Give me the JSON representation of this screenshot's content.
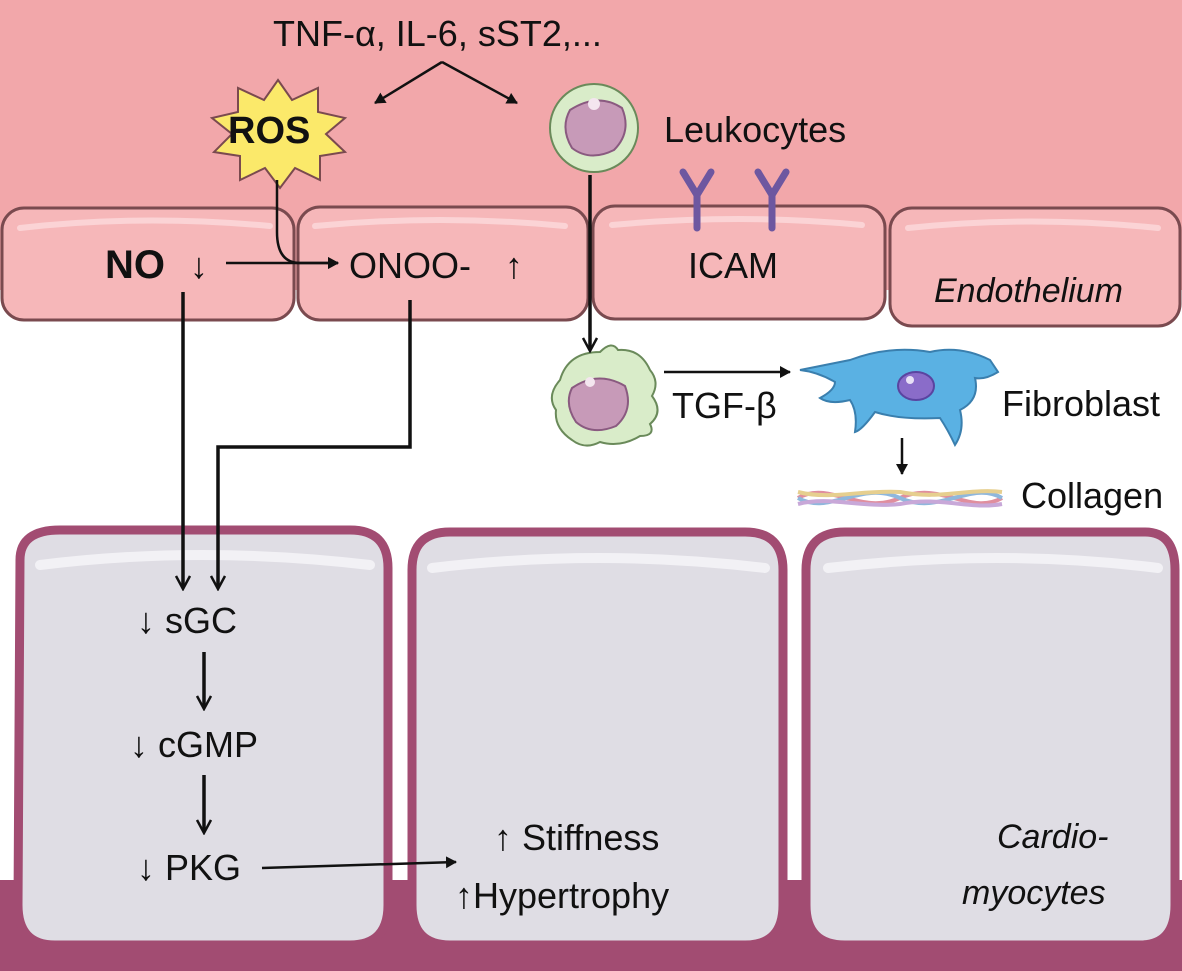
{
  "top_factors": "TNF-α, IL-6, sST2,...",
  "ros": "ROS",
  "leukocytes": "Leukocytes",
  "no": "NO",
  "no_arrow": "↓",
  "onoo": "ONOO-",
  "onoo_arrow": "↑",
  "icam": "ICAM",
  "endothelium": "Endothelium",
  "tgf": "TGF-β",
  "fibroblast": "Fibroblast",
  "collagen": "Collagen",
  "sgc": "↓ sGC",
  "cgmp": "↓ cGMP",
  "pkg": "↓ PKG",
  "stiffness": "↑ Stiffness",
  "hypertrophy": "↑Hypertrophy",
  "cardio_1": "Cardio-",
  "cardio_2": "myocytes",
  "colors": {
    "background_pink": "#f2a7aa",
    "endothelial_cell": "#f6b7b9",
    "cell_outline": "#7a4a4f",
    "cardiomyocyte_fill": "#dfdde4",
    "cardiomyocyte_border": "#a24c72",
    "bottom_tissue": "#a24c72",
    "ros_star": "#fbe96a",
    "leukocyte_outer": "#d9ecc9",
    "leukocyte_nucleus": "#c79ab8",
    "icam_purple": "#6d57a0",
    "fibroblast_blue": "#5ab1e3",
    "fibroblast_nucleus": "#8a6cc9"
  }
}
